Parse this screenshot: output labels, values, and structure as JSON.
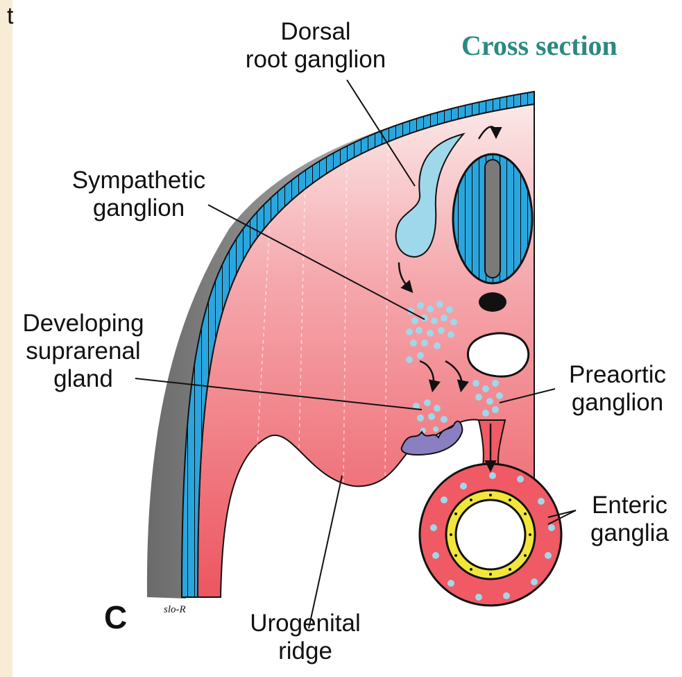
{
  "title": "Cross section",
  "panel_letter": "C",
  "artist_signature": "slo-R",
  "edge_fragment": "t",
  "labels": {
    "dorsal_root_ganglion": "Dorsal\nroot ganglion",
    "sympathetic_ganglion": "Sympathetic\nganglion",
    "developing_suprarenal_gland": "Developing\nsuprarenal\ngland",
    "preaortic_ganglion": "Preaortic\nganglion",
    "enteric_ganglia": "Enteric\nganglia",
    "urogenital_ridge": "Urogenital\nridge"
  },
  "colors": {
    "title": "#2a8a80",
    "ectoderm": "#2a9fd6",
    "mesoderm_light": "#f9dede",
    "mesoderm_dark": "#ef5a64",
    "neural_crest": "#9fd8ea",
    "gut_lining": "#f2e63a",
    "suprarenal": "#8a7fc0",
    "background_strip": "#f7ecd6"
  }
}
